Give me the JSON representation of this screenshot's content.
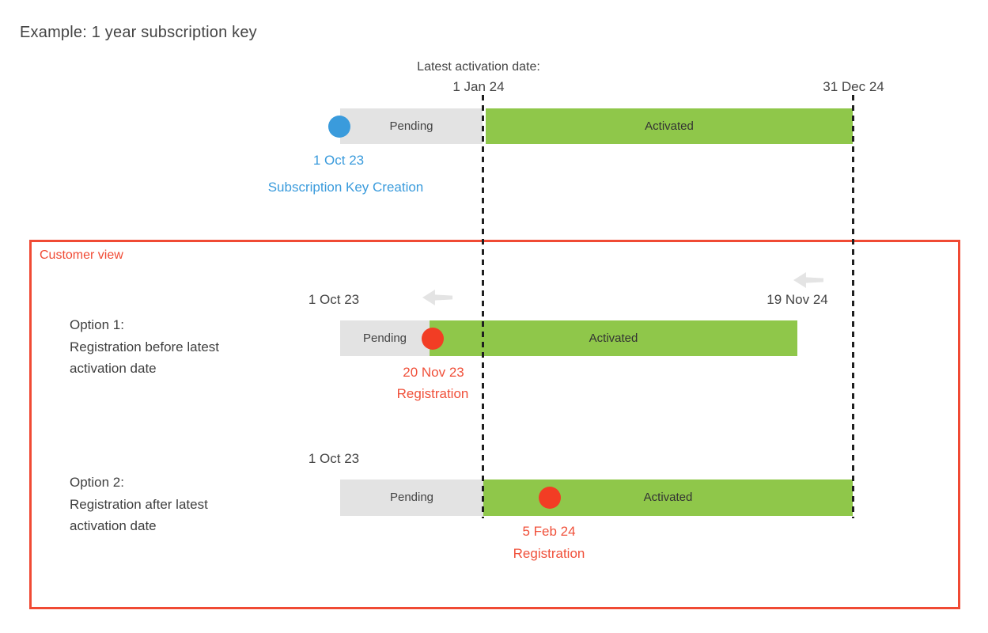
{
  "page": {
    "title": "Example: 1 year subscription key"
  },
  "colors": {
    "activated_green": "#8FC74A",
    "pending_gray": "#E3E3E3",
    "creation_blue": "#3A9BDC",
    "registration_red": "#F0503A",
    "customer_box_border": "#F04A34",
    "dark_text": "#404040"
  },
  "timeline_header": {
    "latest_activation_label": "Latest activation date:",
    "latest_activation_date": "1 Jan 24",
    "subscription_end_date": "31 Dec 24"
  },
  "creation_row": {
    "pending_label": "Pending",
    "activated_label": "Activated",
    "marker_date": "1 Oct 23",
    "marker_caption": "Subscription Key Creation"
  },
  "customer_view": {
    "label": "Customer view",
    "option1": {
      "title": "Option 1:",
      "description_line1": "Registration before latest",
      "description_line2": "activation date",
      "start_date": "1 Oct 23",
      "end_date": "19 Nov 24",
      "pending_label": "Pending",
      "activated_label": "Activated",
      "registration_date": "20 Nov 23",
      "registration_label": "Registration"
    },
    "option2": {
      "title": "Option 2:",
      "description_line1": "Registration after latest",
      "description_line2": "activation date",
      "start_date": "1 Oct 23",
      "pending_label": "Pending",
      "activated_label": "Activated",
      "registration_date": "5 Feb 24",
      "registration_label": "Registration"
    }
  }
}
